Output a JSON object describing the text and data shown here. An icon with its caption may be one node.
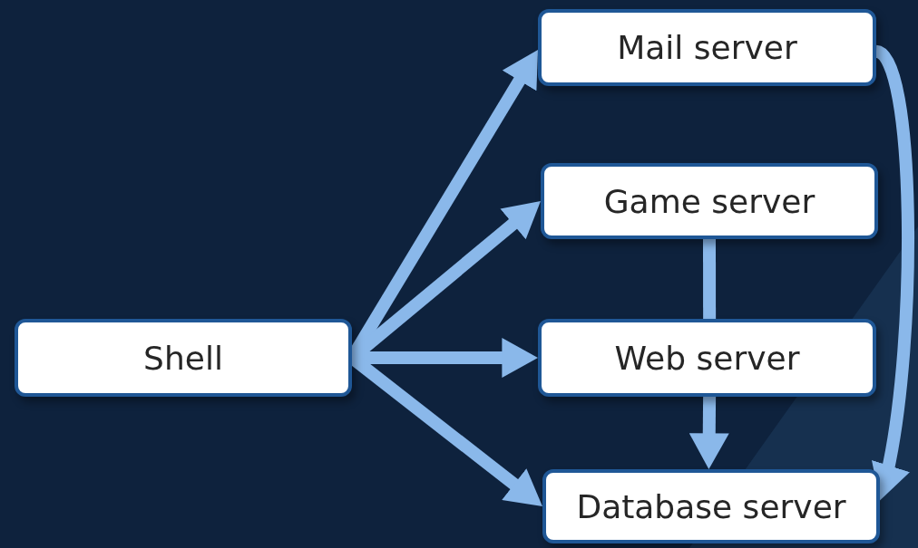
{
  "diagram": {
    "nodes": [
      {
        "text": [
          "Shell"
        ]
      },
      {
        "text": [
          "Mail server"
        ]
      },
      {
        "text": [
          "Game server"
        ]
      },
      {
        "text": [
          "Web server"
        ]
      },
      {
        "text": [
          "Database server"
        ]
      }
    ],
    "edges": [
      {
        "from": 0,
        "to": 1,
        "arrow": "to"
      },
      {
        "from": 0,
        "to": 2,
        "arrow": "to"
      },
      {
        "from": 0,
        "to": 3,
        "arrow": "to"
      },
      {
        "from": 0,
        "to": 4,
        "arrow": "to"
      },
      {
        "from": 2,
        "to": 3,
        "arrow": "none"
      },
      {
        "from": 3,
        "to": 4,
        "arrow": "to"
      },
      {
        "from": 1,
        "to": 4,
        "arrow": "to"
      }
    ]
  }
}
